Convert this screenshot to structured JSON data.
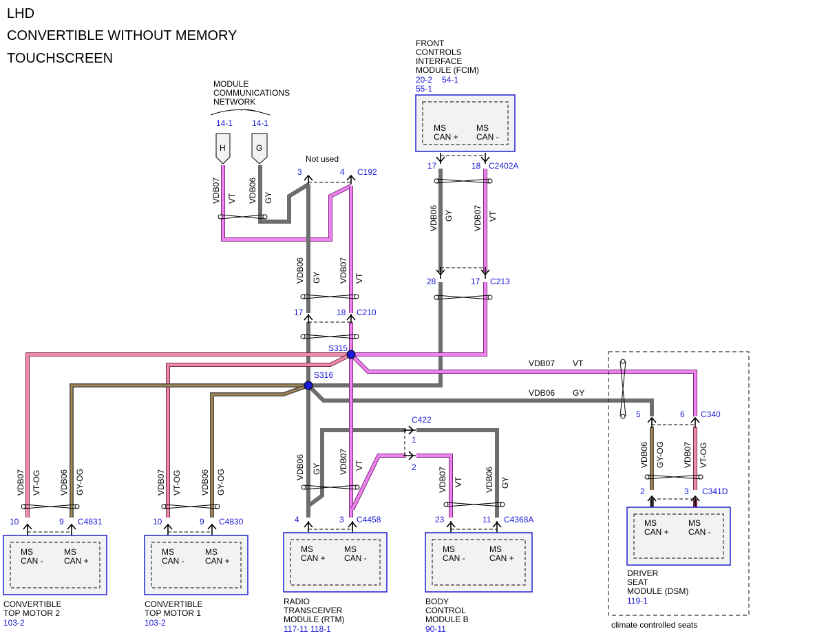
{
  "header": {
    "line1": "LHD",
    "line2": "CONVERTIBLE WITHOUT MEMORY",
    "line3": "TOUCHSCREEN"
  },
  "network": {
    "title_l1": "MODULE",
    "title_l2": "COMMUNICATIONS",
    "title_l3": "NETWORK",
    "ref_h": "14-1",
    "ref_g": "14-1",
    "conn_h": "H",
    "conn_g": "G"
  },
  "fcim": {
    "title_l1": "FRONT",
    "title_l2": "CONTROLS",
    "title_l3": "INTERFACE",
    "title_l4": "MODULE (FCIM)",
    "ref1": "20-2",
    "ref2": "54-1",
    "ref3": "55-1",
    "pin_a": "MS",
    "pin_a2": "CAN +",
    "pin_b": "MS",
    "pin_b2": "CAN -"
  },
  "wires": {
    "vdb07": "VDB07",
    "vdb06": "VDB06",
    "vt": "VT",
    "gy": "GY",
    "vt_og": "VT-OG",
    "gy_og": "GY-OG",
    "not_used": "Not used"
  },
  "connectors": {
    "c192": "C192",
    "c192_p3": "3",
    "c192_p4": "4",
    "c2402a": "C2402A",
    "c2402a_p17": "17",
    "c2402a_p18": "18",
    "c213": "C213",
    "c213_p28": "28",
    "c213_p17": "17",
    "c210": "C210",
    "c210_p17": "17",
    "c210_p18": "18",
    "s315": "S315",
    "s316": "S316",
    "c422": "C422",
    "c422_p1": "1",
    "c422_p2": "2",
    "c340": "C340",
    "c340_p5": "5",
    "c340_p6": "6",
    "c341d": "C341D",
    "c341d_p2": "2",
    "c341d_p3": "3",
    "c4831": "C4831",
    "c4831_p10": "10",
    "c4831_p9": "9",
    "c4830": "C4830",
    "c4830_p10": "10",
    "c4830_p9": "9",
    "c4458": "C4458",
    "c4458_p4": "4",
    "c4458_p3": "3",
    "c4368a": "C4368A",
    "c4368a_p23": "23",
    "c4368a_p11": "11"
  },
  "modules": {
    "ctm2": {
      "l1": "CONVERTIBLE",
      "l2": "TOP MOTOR 2",
      "ref": "103-2",
      "pa1": "MS",
      "pa2": "CAN -",
      "pb1": "MS",
      "pb2": "CAN +"
    },
    "ctm1": {
      "l1": "CONVERTIBLE",
      "l2": "TOP MOTOR 1",
      "ref": "103-2",
      "pa1": "MS",
      "pa2": "CAN -",
      "pb1": "MS",
      "pb2": "CAN +"
    },
    "rtm": {
      "l1": "RADIO",
      "l2": "TRANSCEIVER",
      "l3": "MODULE (RTM)",
      "ref1": "117-11",
      "ref2": "118-1",
      "pa1": "MS",
      "pa2": "CAN +",
      "pb1": "MS",
      "pb2": "CAN -"
    },
    "bcmb": {
      "l1": "BODY",
      "l2": "CONTROL",
      "l3": "MODULE B",
      "ref": "90-11",
      "pa1": "MS",
      "pa2": "CAN -",
      "pb1": "MS",
      "pb2": "CAN +"
    },
    "dsm": {
      "l1": "DRIVER",
      "l2": "SEAT",
      "l3": "MODULE (DSM)",
      "ref": "119-1",
      "pa1": "MS",
      "pa2": "CAN +",
      "pb1": "MS",
      "pb2": "CAN -",
      "note": "climate controlled seats"
    }
  },
  "colors": {
    "gy": "#6e6e6e",
    "vt": "#ee82ee",
    "vt_og": "#ec8ca8",
    "gy_og": "#b08a4a",
    "ref_blue": "#1a1ad6",
    "module_border": "#2020d0"
  }
}
